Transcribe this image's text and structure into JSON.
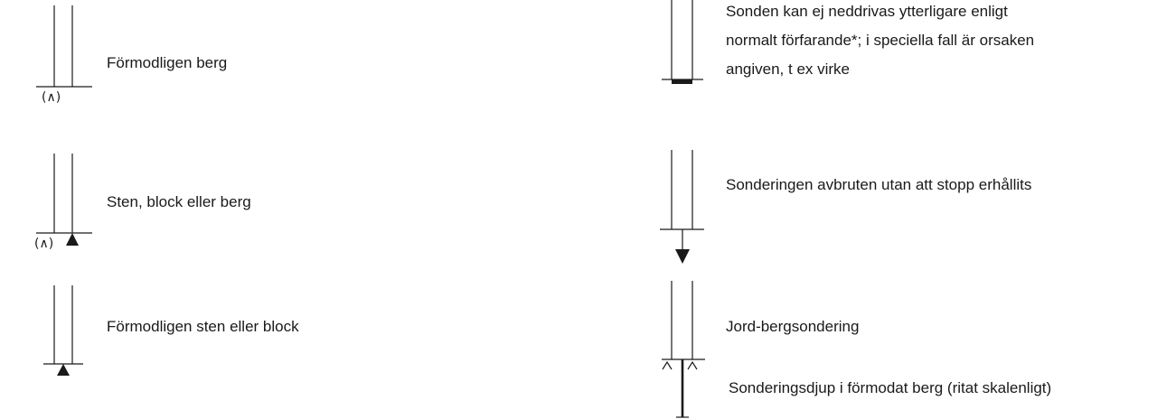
{
  "legend": {
    "items": [
      {
        "id": "formodligen-berg",
        "label": "Förmodligen berg",
        "symbol": "rock-mark-parenthesized",
        "mark_text": "(∧)"
      },
      {
        "id": "sten-block-berg",
        "label": "Sten, block eller berg",
        "symbol": "rock-mark-parenthesized-with-triangle",
        "mark_text": "(∧)"
      },
      {
        "id": "formodligen-sten-block",
        "label": "Förmodligen sten eller block",
        "symbol": "filled-triangle"
      },
      {
        "id": "sonden-ej-neddrivas",
        "label_lines": [
          "Sonden kan ej neddrivas ytterligare enligt",
          "normalt förfarande*; i speciella fall är orsaken",
          "angiven, t ex virke"
        ],
        "symbol": "thick-bar-stop"
      },
      {
        "id": "sondering-avbruten",
        "label": "Sonderingen avbruten utan att stopp erhållits",
        "symbol": "down-arrow"
      },
      {
        "id": "jord-bergsondering",
        "label": "Jord-bergsondering",
        "symbol": "rock-marks-with-drill-line"
      },
      {
        "id": "sonderingsdjup-berg",
        "label": "Sonderingsdjup i förmodat berg (ritat skalenligt)",
        "symbol": "drill-line-depth"
      }
    ]
  }
}
